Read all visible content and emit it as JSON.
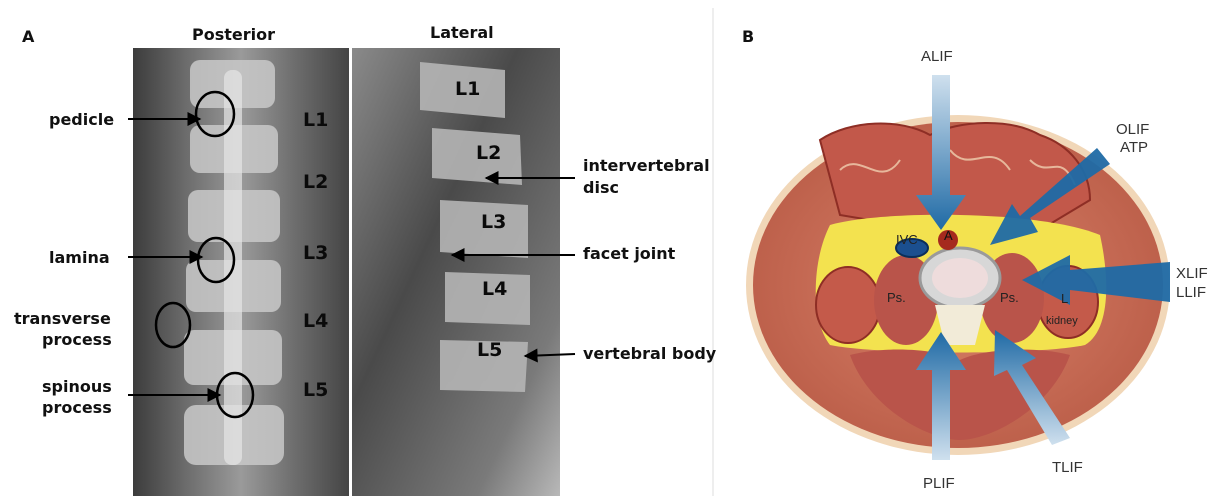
{
  "panel_a": {
    "letter": "A",
    "posterior_title": "Posterior",
    "lateral_title": "Lateral",
    "left_labels": {
      "pedicle": "pedicle",
      "lamina": "lamina",
      "transverse_line1": "transverse",
      "transverse_line2": "process",
      "spinous_line1": "spinous",
      "spinous_line2": "process"
    },
    "posterior_vertebrae": [
      "L1",
      "L2",
      "L3",
      "L4",
      "L5"
    ],
    "lateral_vertebrae": [
      "L1",
      "L2",
      "L3",
      "L4",
      "L5"
    ],
    "right_labels": {
      "disc_line1": "intervertebral",
      "disc_line2": "disc",
      "facet": "facet joint",
      "body": "vertebral body"
    }
  },
  "panel_b": {
    "letter": "B",
    "approaches": {
      "alif": "ALIF",
      "olif_line1": "OLIF",
      "olif_line2": "ATP",
      "xlif_line1": "XLIF",
      "xlif_line2": "LLIF",
      "plif": "PLIF",
      "tlif": "TLIF"
    },
    "anatomy": {
      "ivc": "IVC",
      "aorta": "A",
      "psoas_left": "Ps.",
      "psoas_right": "Ps.",
      "kidney_line1": "L",
      "kidney_line2": "kidney"
    },
    "arrow_color": "#1f6aa5"
  }
}
